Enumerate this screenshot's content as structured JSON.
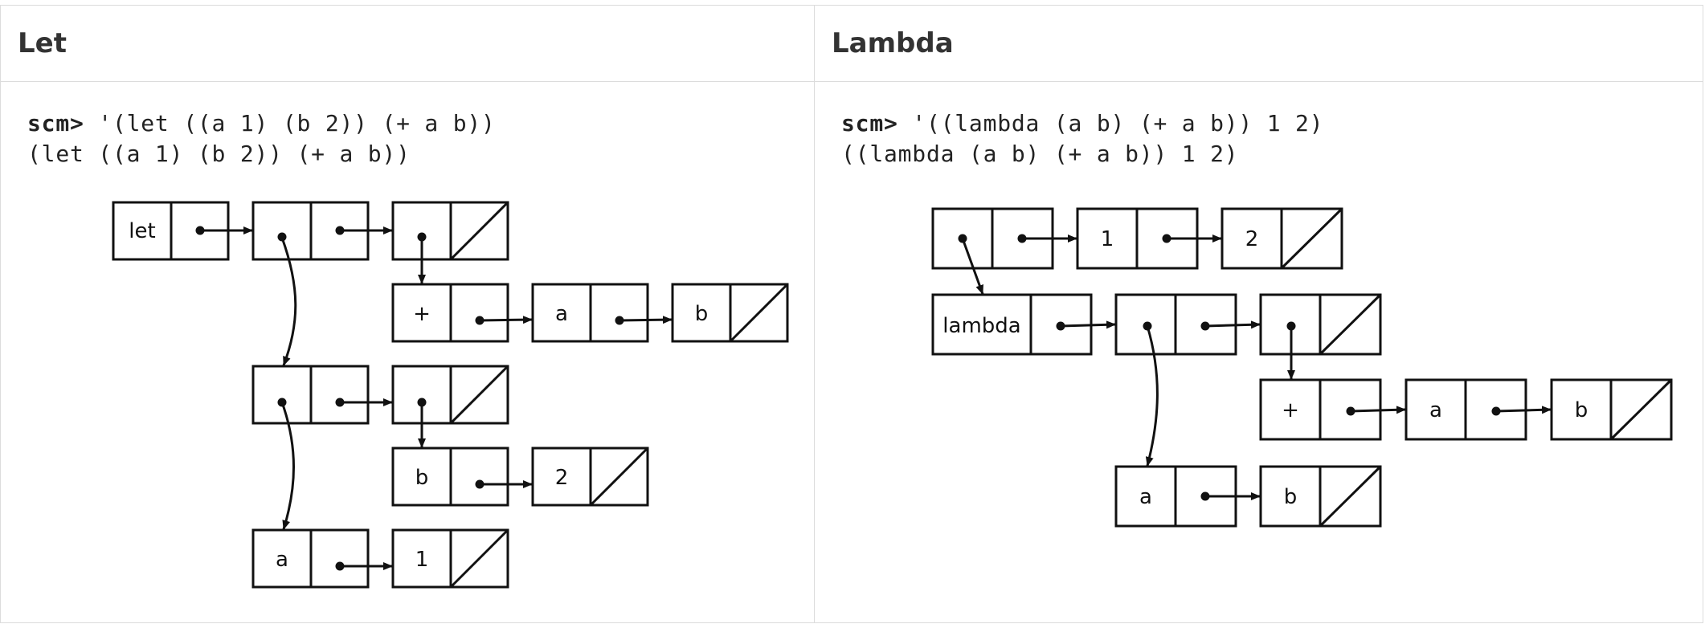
{
  "panels": [
    {
      "title": "Let",
      "prompt": "scm>",
      "input": " '(let ((a 1) (b 2)) (+ a b))",
      "output": "(let ((a 1) (b 2)) (+ a b))",
      "cell_labels": {
        "let": "let",
        "plus": "+",
        "a1": "a",
        "b1": "b",
        "b2": "b",
        "two": "2",
        "a2": "a",
        "one": "1"
      }
    },
    {
      "title": "Lambda",
      "prompt": "scm>",
      "input": " '((lambda (a b) (+ a b)) 1 2)",
      "output": "((lambda (a b) (+ a b)) 1 2)",
      "cell_labels": {
        "one": "1",
        "two": "2",
        "lambda": "lambda",
        "plus": "+",
        "a1": "a",
        "b1": "b",
        "a2": "a",
        "b2": "b"
      }
    }
  ]
}
